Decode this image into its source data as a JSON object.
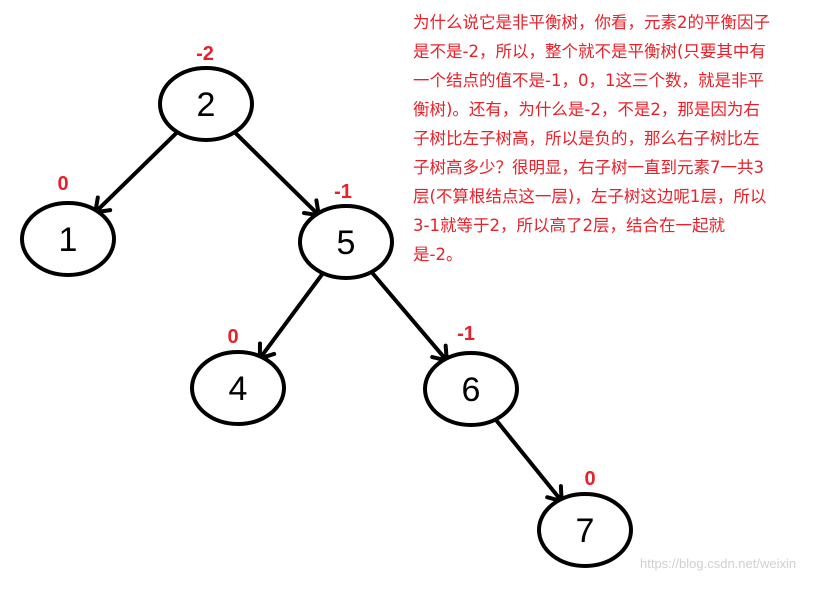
{
  "nodes": [
    {
      "id": "n2",
      "label": "2",
      "balance": "-2"
    },
    {
      "id": "n1",
      "label": "1",
      "balance": "0"
    },
    {
      "id": "n5",
      "label": "5",
      "balance": "-1"
    },
    {
      "id": "n4",
      "label": "4",
      "balance": "0"
    },
    {
      "id": "n6",
      "label": "6",
      "balance": "-1"
    },
    {
      "id": "n7",
      "label": "7",
      "balance": "0"
    }
  ],
  "edges": [
    {
      "from": "n2",
      "to": "n1"
    },
    {
      "from": "n2",
      "to": "n5"
    },
    {
      "from": "n5",
      "to": "n4"
    },
    {
      "from": "n5",
      "to": "n6"
    },
    {
      "from": "n6",
      "to": "n7"
    }
  ],
  "colors": {
    "annotation": "#e8202a",
    "stroke": "#000000"
  },
  "note_lines": [
    "为什么说它是非平衡树，你看，元素2的平衡因子",
    "是不是-2，所以，整个就不是平衡树(只要其中有",
    "一个结点的值不是-1，0，1这三个数，就是非平",
    "衡树)。还有，为什么是-2，不是2，那是因为右",
    "子树比左子树高，所以是负的，那么右子树比左",
    "子树高多少？很明显，右子树一直到元素7一共3",
    "层(不算根结点这一层)，左子树这边呢1层，所以",
    "3-1就等于2，所以高了2层，结合在一起就",
    "是-2。"
  ],
  "watermark": "https://blog.csdn.net/weixin"
}
